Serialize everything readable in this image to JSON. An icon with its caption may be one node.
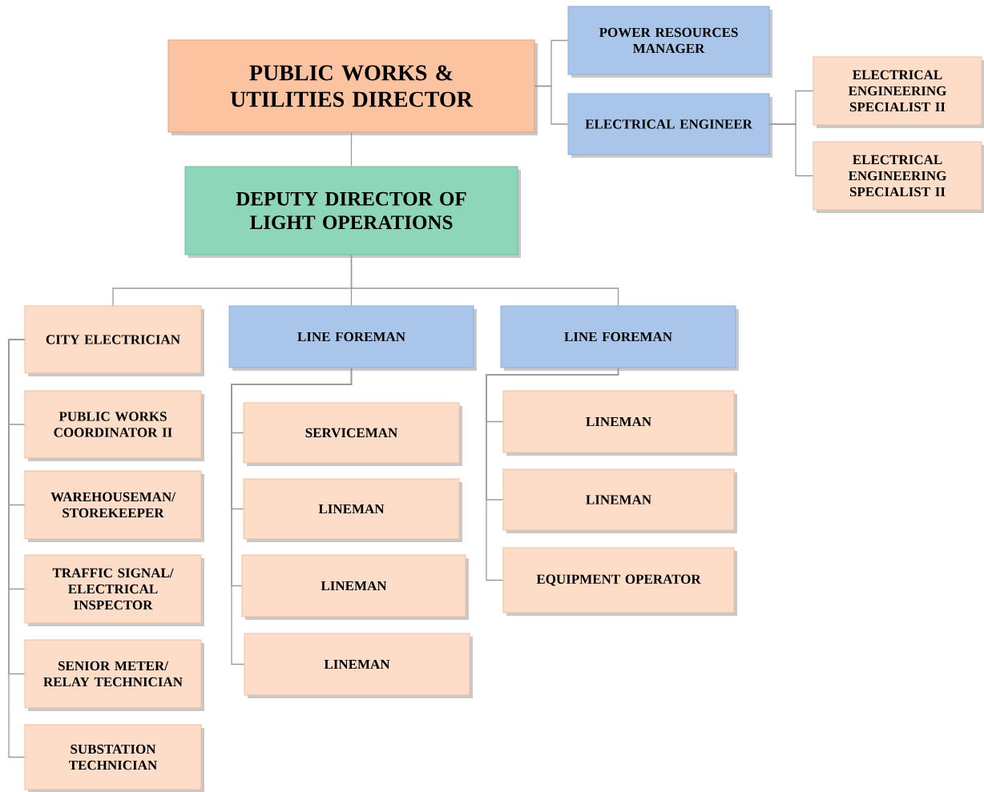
{
  "diagram": {
    "nodes": [
      {
        "text": [
          "PUBLIC WORKS & UTILITIES DIRECTOR"
        ]
      },
      {
        "text": [
          "POWER RESOURCES MANAGER"
        ]
      },
      {
        "text": [
          "ELECTRICAL ENGINEER"
        ]
      },
      {
        "text": [
          "ELECTRICAL ENGINEERING SPECIALIST II"
        ]
      },
      {
        "text": [
          "ELECTRICAL ENGINEERING SPECIALIST II"
        ]
      },
      {
        "text": [
          "DEPUTY DIRECTOR OF LIGHT OPERATIONS"
        ]
      },
      {
        "text": [
          "CITY ELECTRICIAN"
        ]
      },
      {
        "text": [
          "PUBLIC WORKS COORDINATOR II"
        ]
      },
      {
        "text": [
          "WAREHOUSEMAN/ STOREKEEPER"
        ]
      },
      {
        "text": [
          "TRAFFIC SIGNAL/ ELECTRICAL INSPECTOR"
        ]
      },
      {
        "text": [
          "SENIOR METER/ RELAY TECHNICIAN"
        ]
      },
      {
        "text": [
          "SUBSTATION TECHNICIAN"
        ]
      },
      {
        "text": [
          "LINE FOREMAN"
        ]
      },
      {
        "text": [
          "LINE FOREMAN"
        ]
      },
      {
        "text": [
          "SERVICEMAN"
        ]
      },
      {
        "text": [
          "LINEMAN"
        ]
      },
      {
        "text": [
          "LINEMAN"
        ]
      },
      {
        "text": [
          "LINEMAN"
        ]
      },
      {
        "text": [
          "LINEMAN"
        ]
      },
      {
        "text": [
          "LINEMAN"
        ]
      },
      {
        "text": [
          "EQUIPMENT OPERATOR"
        ]
      }
    ],
    "edges": [
      {
        "from": 0,
        "to": 1,
        "arrow": "none"
      },
      {
        "from": 0,
        "to": 2,
        "arrow": "none"
      },
      {
        "from": 2,
        "to": 3,
        "arrow": "none"
      },
      {
        "from": 2,
        "to": 4,
        "arrow": "none"
      },
      {
        "from": 0,
        "to": 5,
        "arrow": "none"
      },
      {
        "from": 5,
        "to": 6,
        "arrow": "none"
      },
      {
        "from": 5,
        "to": 12,
        "arrow": "none"
      },
      {
        "from": 5,
        "to": 13,
        "arrow": "none"
      },
      {
        "from": 6,
        "to": 7,
        "arrow": "none"
      },
      {
        "from": 6,
        "to": 8,
        "arrow": "none"
      },
      {
        "from": 6,
        "to": 9,
        "arrow": "none"
      },
      {
        "from": 6,
        "to": 10,
        "arrow": "none"
      },
      {
        "from": 6,
        "to": 11,
        "arrow": "none"
      },
      {
        "from": 12,
        "to": 14,
        "arrow": "none"
      },
      {
        "from": 12,
        "to": 15,
        "arrow": "none"
      },
      {
        "from": 12,
        "to": 16,
        "arrow": "none"
      },
      {
        "from": 12,
        "to": 17,
        "arrow": "none"
      },
      {
        "from": 13,
        "to": 18,
        "arrow": "none"
      },
      {
        "from": 13,
        "to": 19,
        "arrow": "none"
      },
      {
        "from": 13,
        "to": 20,
        "arrow": "none"
      }
    ]
  }
}
